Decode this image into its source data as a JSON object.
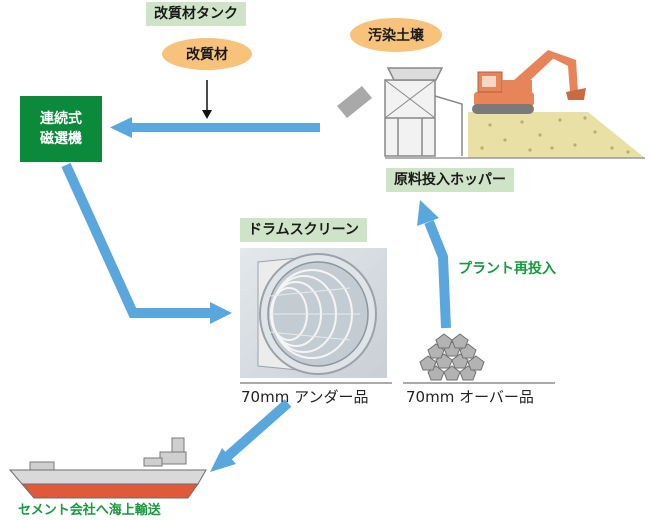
{
  "labels": {
    "additive_tank": "改質材タンク",
    "additive": "改質材",
    "contaminated_soil": "汚染土壌",
    "separator_line1": "連続式",
    "separator_line2": "磁選機",
    "hopper": "原料投入ホッパー",
    "drum_screen": "ドラムスクリーン",
    "plant_reinput": "プラント再投入",
    "under_product": "70mm アンダー品",
    "over_product": "70mm オーバー品",
    "shipping": "セメント会社へ海上輸送"
  },
  "colors": {
    "arrow": "#5aa7de",
    "label_box": "#cfe3c8",
    "oval": "#f7c27a",
    "separator": "#0c8a3c",
    "green_text": "#179a3e",
    "excavator": "#e8845a",
    "soil": "#e9e0a6",
    "ship_hull": "#e05a3a"
  }
}
